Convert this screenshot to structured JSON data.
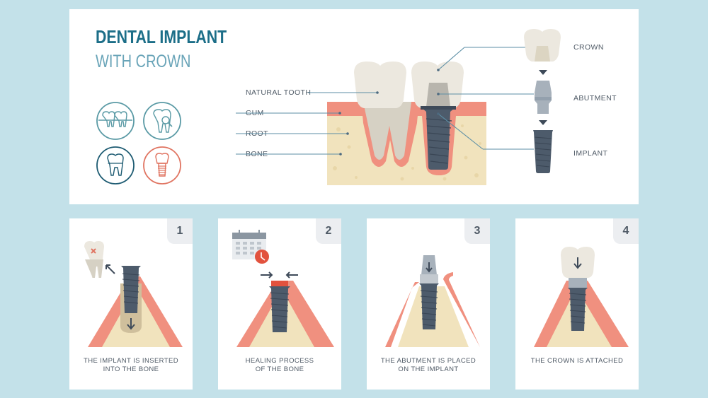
{
  "header": {
    "title_line1": "DENTAL IMPLANT",
    "title_line2": "WITH CROWN"
  },
  "icons": [
    {
      "name": "teeth-braces-icon",
      "color": "#5a9aa5"
    },
    {
      "name": "tooth-magnifier-icon",
      "color": "#5a9aa5"
    },
    {
      "name": "molar-tooth-icon",
      "color": "#1d5b72"
    },
    {
      "name": "implant-tooth-icon",
      "color": "#e07461"
    }
  ],
  "cross_section": {
    "left_labels": [
      "NATURAL TOOTH",
      "GUM",
      "ROOT",
      "BONE"
    ],
    "right_labels": [
      "CROWN",
      "ABUTMENT",
      "IMPLANT"
    ]
  },
  "steps": [
    {
      "number": "1",
      "caption_line1": "THE IMPLANT IS INSERTED",
      "caption_line2": "INTO THE BONE"
    },
    {
      "number": "2",
      "caption_line1": "HEALING PROCESS",
      "caption_line2": "OF THE BONE"
    },
    {
      "number": "3",
      "caption_line1": "THE ABUTMENT IS PLACED",
      "caption_line2": "ON THE IMPLANT"
    },
    {
      "number": "4",
      "caption_line1": "THE CROWN IS ATTACHED",
      "caption_line2": ""
    }
  ],
  "colors": {
    "background": "#c3e1e9",
    "title_dark": "#1c6e88",
    "title_light": "#69a4b8",
    "gum": "#f0907f",
    "bone": "#f1e3bd",
    "tooth": "#ece8df",
    "implant": "#4d5b6b",
    "abutment": "#a7b1bb",
    "leader_line": "#5b8ea5"
  }
}
